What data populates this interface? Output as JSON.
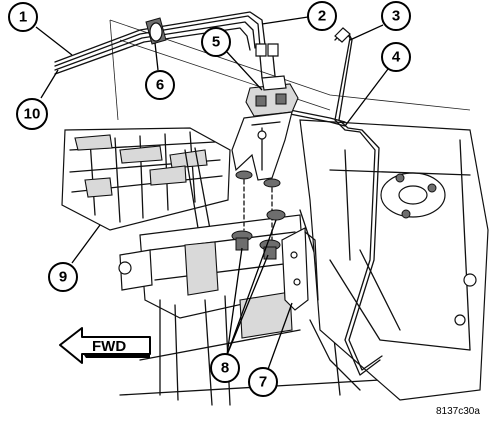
{
  "callouts": [
    {
      "id": "1",
      "label": "1"
    },
    {
      "id": "2",
      "label": "2"
    },
    {
      "id": "3",
      "label": "3"
    },
    {
      "id": "4",
      "label": "4"
    },
    {
      "id": "5",
      "label": "5"
    },
    {
      "id": "6",
      "label": "6"
    },
    {
      "id": "7",
      "label": "7"
    },
    {
      "id": "8",
      "label": "8"
    },
    {
      "id": "9",
      "label": "9"
    },
    {
      "id": "10",
      "label": "10"
    }
  ],
  "direction_arrow": {
    "label": "FWD",
    "icon": "left-arrow-icon"
  },
  "figure_code": "8137c30a"
}
